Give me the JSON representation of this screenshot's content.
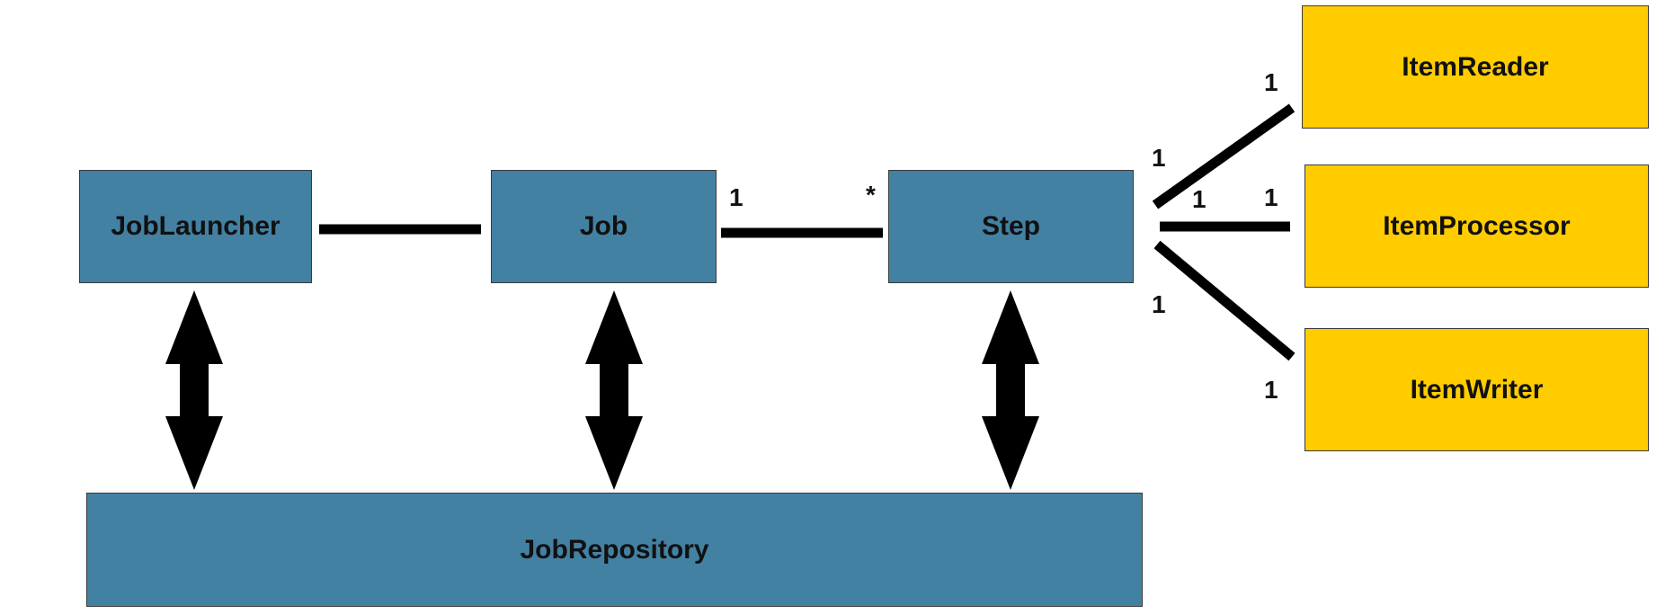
{
  "colors": {
    "core_box_fill": "#4381a3",
    "item_box_fill": "#ffcc00",
    "connector": "#000000",
    "label_text": "#111111"
  },
  "boxes": {
    "job_launcher": "JobLauncher",
    "job": "Job",
    "step": "Step",
    "job_repository": "JobRepository",
    "item_reader": "ItemReader",
    "item_processor": "ItemProcessor",
    "item_writer": "ItemWriter"
  },
  "multiplicities": {
    "job_end": "1",
    "step_end": "*",
    "step_reader_end": "1",
    "reader_end": "1",
    "step_processor_end": "1",
    "processor_end": "1",
    "step_writer_end": "1",
    "writer_end": "1"
  }
}
